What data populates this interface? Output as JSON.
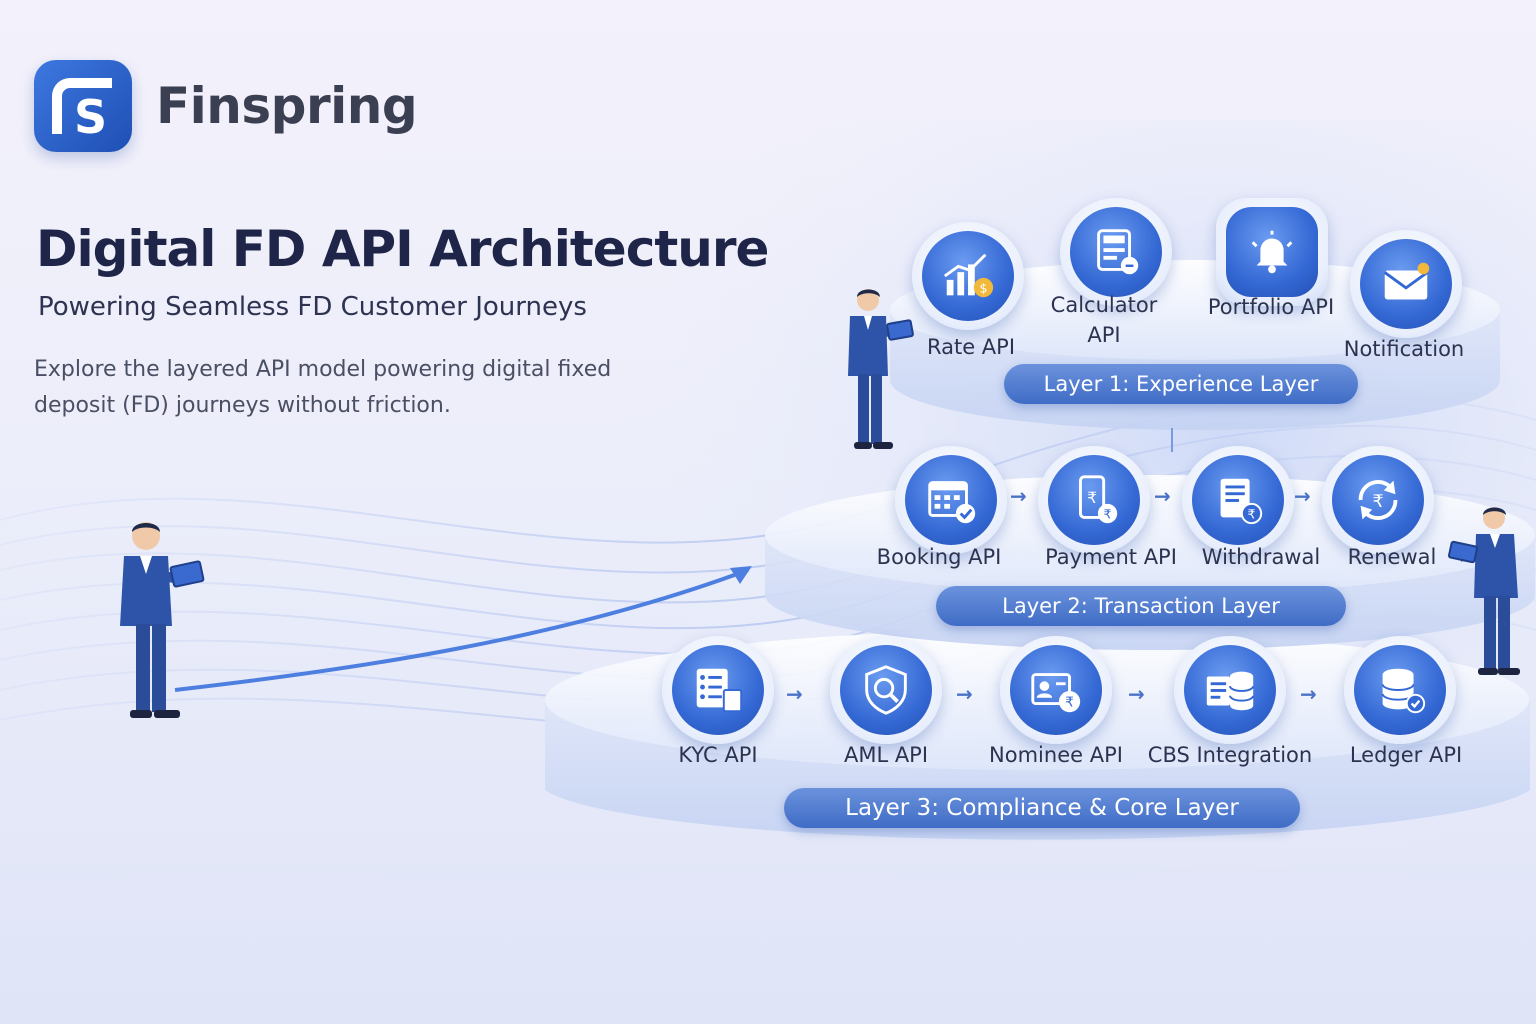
{
  "brand": {
    "name": "Finspring",
    "logo_letter": "S"
  },
  "header": {
    "title": "Digital FD API Architecture",
    "subtitle": "Powering Seamless FD Customer  Journeys",
    "description": "Explore the layered API model powering digital fixed deposit (FD) journeys without friction."
  },
  "layers": [
    {
      "label": "Layer 1: Experience Layer",
      "nodes": [
        {
          "label": "Rate API",
          "icon": "chart-rupee-icon"
        },
        {
          "label": "Calculator API",
          "icon": "calculator-icon"
        },
        {
          "label": "Portfolio API",
          "icon": "bell-icon"
        },
        {
          "label": "Notification",
          "icon": "mail-icon"
        }
      ]
    },
    {
      "label": "Layer 2: Transaction Layer",
      "nodes": [
        {
          "label": "Booking API",
          "icon": "calendar-check-icon"
        },
        {
          "label": "Payment API",
          "icon": "phone-rupee-icon"
        },
        {
          "label": "Withdrawal",
          "icon": "document-rupee-icon"
        },
        {
          "label": "Renewal",
          "icon": "refresh-rupee-icon"
        }
      ]
    },
    {
      "label": "Layer 3: Compliance & Core Layer",
      "nodes": [
        {
          "label": "KYC API",
          "icon": "checklist-icon"
        },
        {
          "label": "AML API",
          "icon": "shield-search-icon"
        },
        {
          "label": "Nominee API",
          "icon": "id-card-rupee-icon"
        },
        {
          "label": "CBS Integration",
          "icon": "database-doc-icon"
        },
        {
          "label": "Ledger API",
          "icon": "database-check-icon"
        }
      ]
    }
  ],
  "colors": {
    "accent": "#3468d4",
    "title": "#1f2548",
    "pill": "#4a74c8"
  }
}
